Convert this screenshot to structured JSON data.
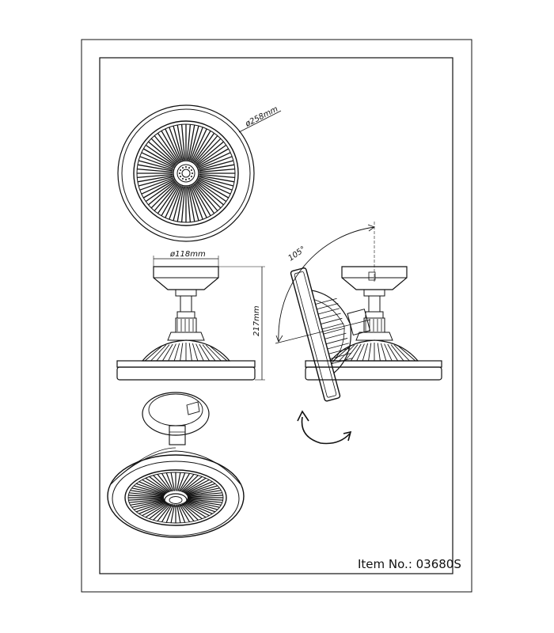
{
  "drawing": {
    "item_label": "Item No.: 03680S",
    "dimensions": {
      "diameter_fan": "ø258mm",
      "diameter_canopy": "ø118mm",
      "height": "217mm",
      "tilt_angle": "105°"
    }
  },
  "colors": {
    "line": "#111111",
    "background": "#ffffff"
  },
  "views": [
    "top-view",
    "front-view",
    "tilted-side-view",
    "perspective-view"
  ]
}
